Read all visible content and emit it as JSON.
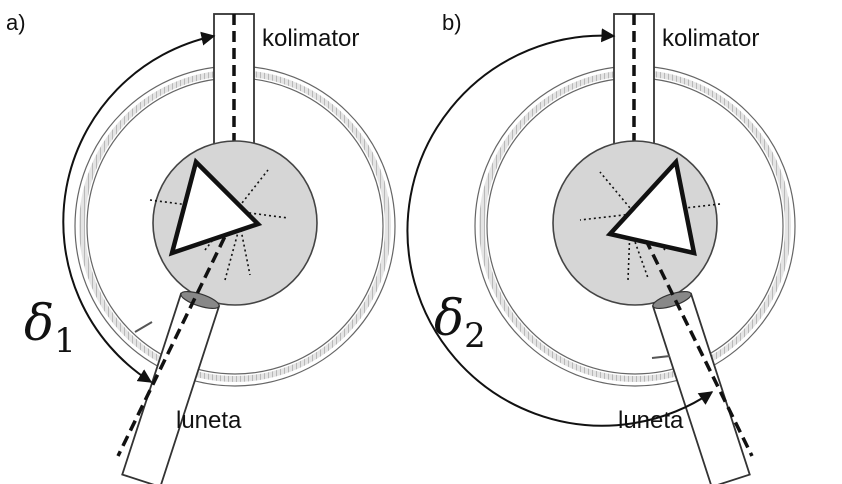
{
  "panels": [
    {
      "label": "a)",
      "collimator_label": "kolimator",
      "telescope_label": "luneta",
      "angle_symbol": "δ",
      "angle_subscript": "1"
    },
    {
      "label": "b)",
      "collimator_label": "kolimator",
      "telescope_label": "luneta",
      "angle_symbol": "δ",
      "angle_subscript": "2"
    }
  ],
  "colors": {
    "table": "#d6d6d6",
    "ring": "#b8b8b8",
    "stroke": "#111111"
  }
}
